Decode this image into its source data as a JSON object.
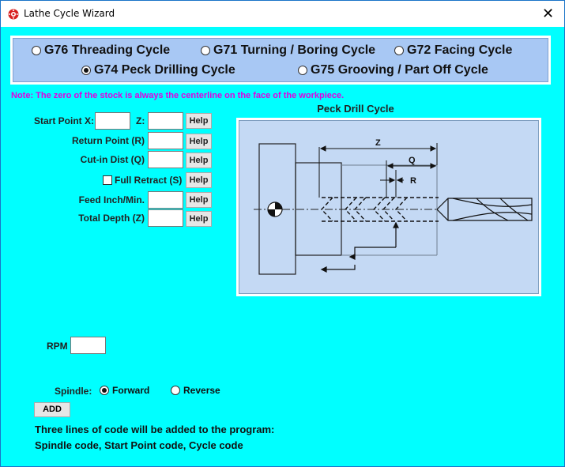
{
  "window": {
    "title": "Lathe Cycle Wizard",
    "close_glyph": "✕",
    "app_icon": "gear-flower-icon"
  },
  "cycles": {
    "g76": "G76 Threading Cycle",
    "g71": "G71 Turning / Boring Cycle",
    "g72": "G72 Facing Cycle",
    "g74": "G74 Peck Drilling Cycle",
    "g75": "G75 Grooving / Part Off Cycle",
    "selected": "g74"
  },
  "note": "Note: The zero of the stock is always the centerline on the face of the workpiece.",
  "form": {
    "start_point_x_label": "Start Point X:",
    "z_label": "Z:",
    "return_point_label": "Return Point (R)",
    "cut_in_dist_label": "Cut-in Dist (Q)",
    "full_retract_label": "Full Retract (S)",
    "feed_label": "Feed Inch/Min.",
    "total_depth_label": "Total Depth (Z)",
    "help_label": "Help",
    "start_x_value": "",
    "start_z_value": "",
    "return_point_value": "",
    "cut_in_value": "",
    "feed_value": "",
    "total_depth_value": "",
    "full_retract_checked": false
  },
  "diagram": {
    "title": "Peck Drill Cycle",
    "z_label": "Z",
    "q_label": "Q",
    "r_label": "R"
  },
  "rpm": {
    "label": "RPM",
    "value": ""
  },
  "spindle": {
    "label": "Spindle:",
    "forward": "Forward",
    "reverse": "Reverse",
    "selected": "forward"
  },
  "add_button": "ADD",
  "info": {
    "line1": "Three lines of code will be added to the program:",
    "line2": "Spindle code, Start Point code, Cycle code"
  }
}
